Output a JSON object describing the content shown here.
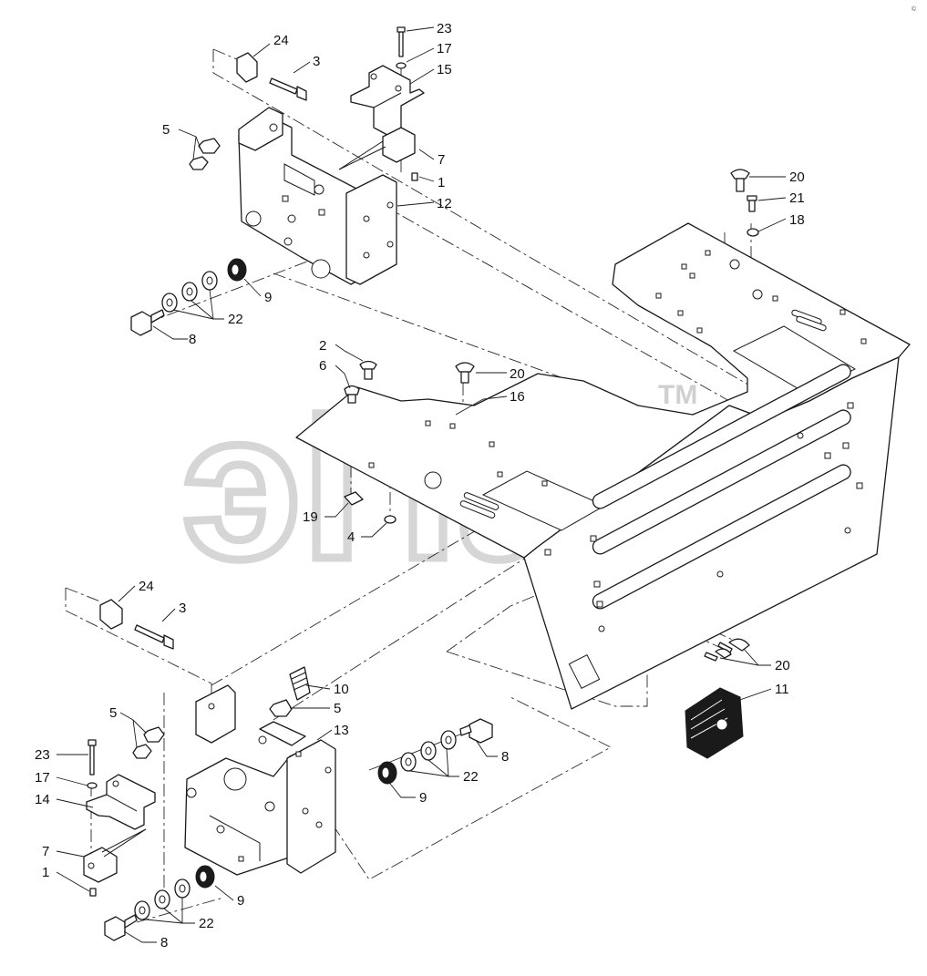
{
  "diagram": {
    "corner_mark": "©",
    "watermark": {
      "text": "эПаь",
      "trademark": "TM"
    },
    "callouts": [
      {
        "id": "c-24-top",
        "label": "24"
      },
      {
        "id": "c-3-top",
        "label": "3"
      },
      {
        "id": "c-23-top",
        "label": "23"
      },
      {
        "id": "c-17-top",
        "label": "17"
      },
      {
        "id": "c-15",
        "label": "15"
      },
      {
        "id": "c-5-top",
        "label": "5"
      },
      {
        "id": "c-7-top",
        "label": "7"
      },
      {
        "id": "c-1-top",
        "label": "1"
      },
      {
        "id": "c-12",
        "label": "12"
      },
      {
        "id": "c-20-a",
        "label": "20"
      },
      {
        "id": "c-21",
        "label": "21"
      },
      {
        "id": "c-18",
        "label": "18"
      },
      {
        "id": "c-9-top",
        "label": "9"
      },
      {
        "id": "c-22-top",
        "label": "22"
      },
      {
        "id": "c-8-top",
        "label": "8"
      },
      {
        "id": "c-2",
        "label": "2"
      },
      {
        "id": "c-6",
        "label": "6"
      },
      {
        "id": "c-20-b",
        "label": "20"
      },
      {
        "id": "c-16",
        "label": "16"
      },
      {
        "id": "c-19",
        "label": "19"
      },
      {
        "id": "c-4",
        "label": "4"
      },
      {
        "id": "c-24-bot",
        "label": "24"
      },
      {
        "id": "c-3-bot",
        "label": "3"
      },
      {
        "id": "c-20-c",
        "label": "20"
      },
      {
        "id": "c-10",
        "label": "10"
      },
      {
        "id": "c-11",
        "label": "11"
      },
      {
        "id": "c-5-mid",
        "label": "5"
      },
      {
        "id": "c-5-bot",
        "label": "5"
      },
      {
        "id": "c-13",
        "label": "13"
      },
      {
        "id": "c-8-mid",
        "label": "8"
      },
      {
        "id": "c-23-bot",
        "label": "23"
      },
      {
        "id": "c-17-bot",
        "label": "17"
      },
      {
        "id": "c-22-mid",
        "label": "22"
      },
      {
        "id": "c-14",
        "label": "14"
      },
      {
        "id": "c-9-mid",
        "label": "9"
      },
      {
        "id": "c-7-bot",
        "label": "7"
      },
      {
        "id": "c-1-bot",
        "label": "1"
      },
      {
        "id": "c-9-bot",
        "label": "9"
      },
      {
        "id": "c-22-bot",
        "label": "22"
      },
      {
        "id": "c-8-bot",
        "label": "8"
      }
    ]
  }
}
